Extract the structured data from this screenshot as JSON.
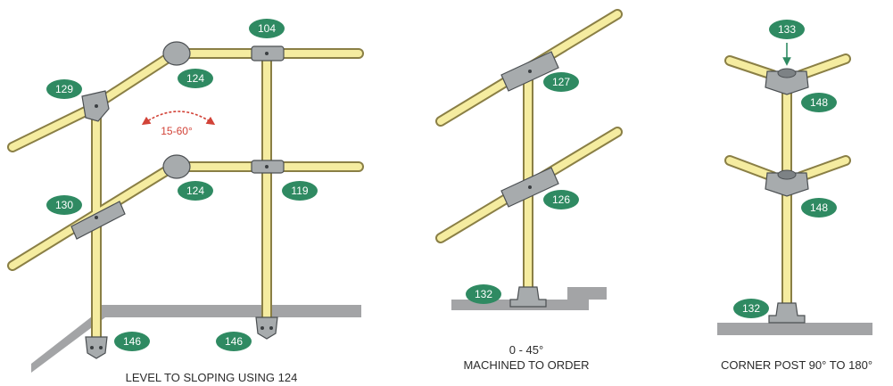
{
  "colors": {
    "pipe_fill": "#f5eca0",
    "pipe_outline": "#8a7f45",
    "fitting": "#a7abad",
    "badge": "#2f8a62",
    "ground": "#a3a4a6",
    "angle_arrow": "#d24338"
  },
  "badges": [
    {
      "id": "129",
      "label": "129"
    },
    {
      "id": "124a",
      "label": "124"
    },
    {
      "id": "104",
      "label": "104"
    },
    {
      "id": "130",
      "label": "130"
    },
    {
      "id": "124b",
      "label": "124"
    },
    {
      "id": "119",
      "label": "119"
    },
    {
      "id": "146a",
      "label": "146"
    },
    {
      "id": "146b",
      "label": "146"
    },
    {
      "id": "127",
      "label": "127"
    },
    {
      "id": "126",
      "label": "126"
    },
    {
      "id": "132a",
      "label": "132"
    },
    {
      "id": "133",
      "label": "133"
    },
    {
      "id": "148a",
      "label": "148"
    },
    {
      "id": "148b",
      "label": "148"
    },
    {
      "id": "132b",
      "label": "132"
    }
  ],
  "angle_label": "15-60°",
  "captions": {
    "left": "LEVEL TO SLOPING USING 124",
    "middle_line1": "0 - 45°",
    "middle_line2": "MACHINED TO ORDER",
    "right": "CORNER POST 90° TO 180°"
  }
}
